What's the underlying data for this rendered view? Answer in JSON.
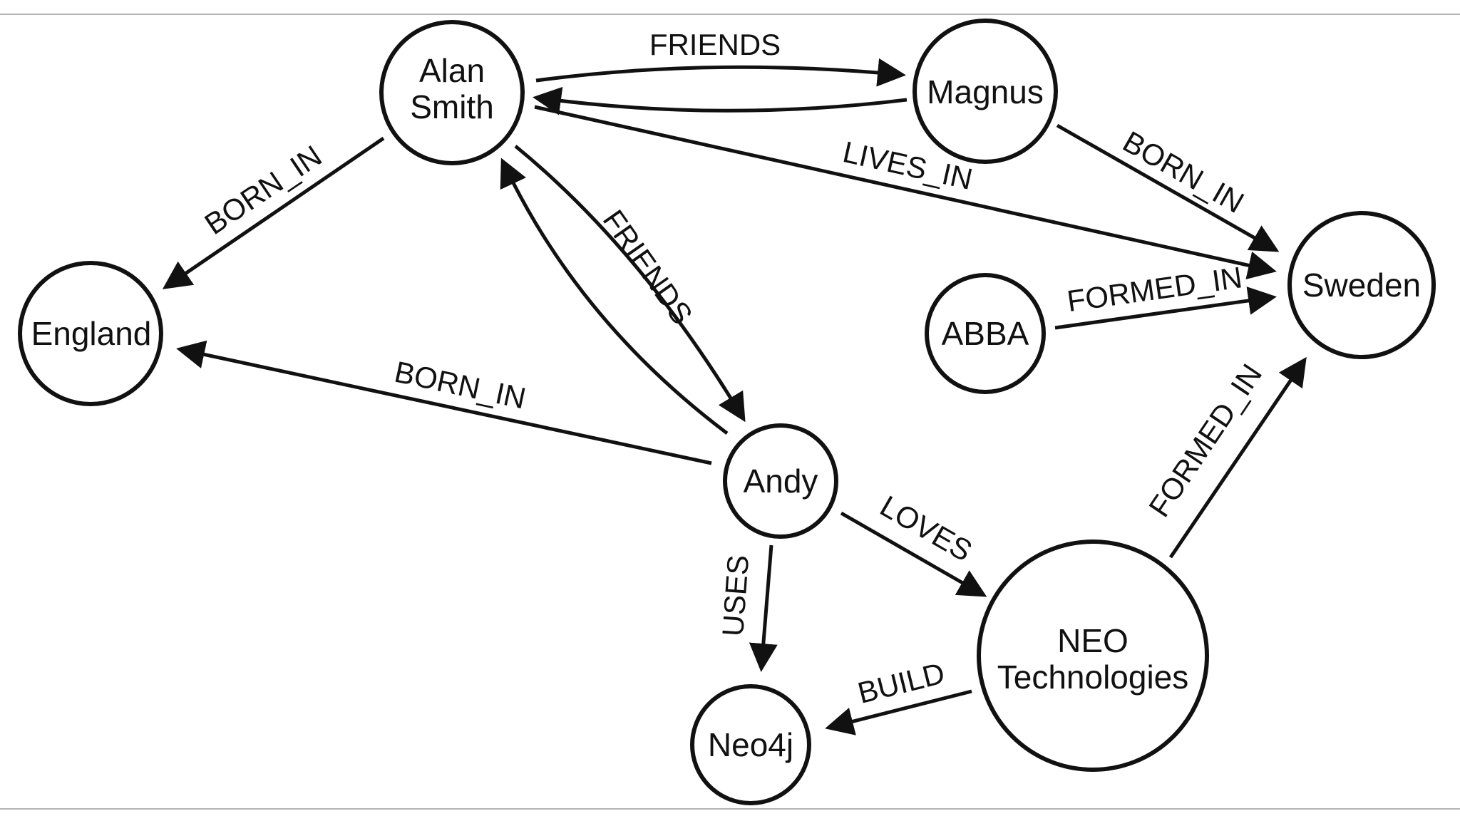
{
  "nodes": {
    "alan_smith": {
      "lines": [
        "Alan",
        "Smith"
      ]
    },
    "magnus": {
      "lines": [
        "Magnus"
      ]
    },
    "england": {
      "lines": [
        "England"
      ]
    },
    "sweden": {
      "lines": [
        "Sweden"
      ]
    },
    "abba": {
      "lines": [
        "ABBA"
      ]
    },
    "andy": {
      "lines": [
        "Andy"
      ]
    },
    "neo_technologies": {
      "lines": [
        "NEO",
        "Technologies"
      ]
    },
    "neo4j": {
      "lines": [
        "Neo4j"
      ]
    }
  },
  "edges": [
    {
      "source": "Alan Smith",
      "target": "Magnus",
      "label": "FRIENDS"
    },
    {
      "source": "Magnus",
      "target": "Alan Smith",
      "label": ""
    },
    {
      "source": "Alan Smith",
      "target": "England",
      "label": "BORN_IN"
    },
    {
      "source": "Alan Smith",
      "target": "Sweden",
      "label": "LIVES_IN"
    },
    {
      "source": "Magnus",
      "target": "Sweden",
      "label": "BORN_IN"
    },
    {
      "source": "ABBA",
      "target": "Sweden",
      "label": "FORMED_IN"
    },
    {
      "source": "Alan Smith",
      "target": "Andy",
      "label": "FRIENDS"
    },
    {
      "source": "Andy",
      "target": "Alan Smith",
      "label": ""
    },
    {
      "source": "Andy",
      "target": "England",
      "label": "BORN_IN"
    },
    {
      "source": "Andy",
      "target": "Neo4j",
      "label": "USES"
    },
    {
      "source": "Andy",
      "target": "NEO Technologies",
      "label": "LOVES"
    },
    {
      "source": "NEO Technologies",
      "target": "Neo4j",
      "label": "BUILD"
    },
    {
      "source": "NEO Technologies",
      "target": "Sweden",
      "label": "FORMED_IN"
    }
  ],
  "colors": {
    "stroke": "#111111",
    "background": "#ffffff",
    "frame": "#b5b5b5"
  }
}
